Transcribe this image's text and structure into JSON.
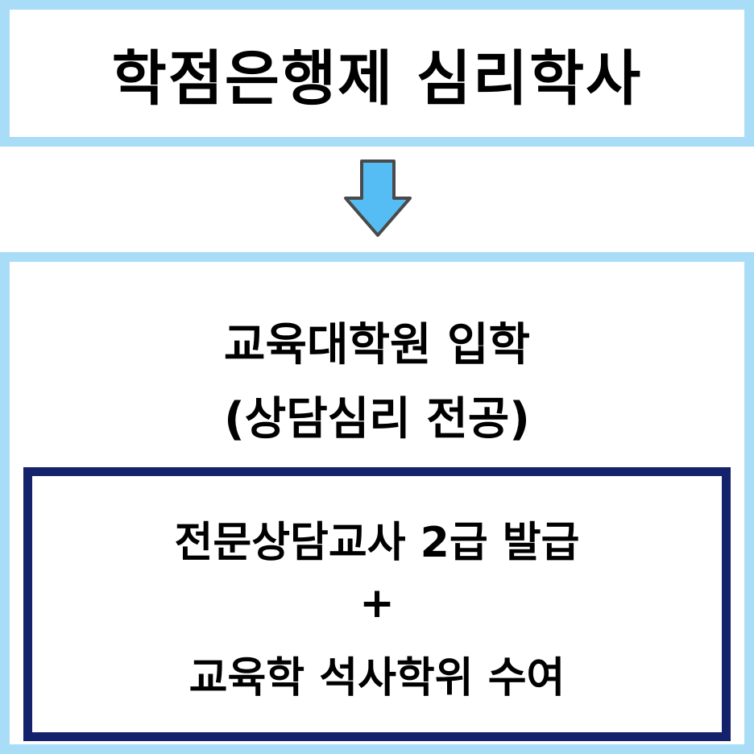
{
  "top": {
    "title": "학점은행제 심리학사"
  },
  "bottom": {
    "line1": "교육대학원 입학",
    "line2": "(상담심리 전공)"
  },
  "inner": {
    "line1": "전문상담교사 2급 발급",
    "line2": "+",
    "line3": "교육학 석사학위 수여"
  },
  "colors": {
    "frame": "#a9dcf6",
    "inner_border": "#14226b",
    "arrow_fill": "#55bdf4",
    "arrow_stroke": "#4a4a4a"
  },
  "icons": {
    "arrow": "down-arrow-icon"
  }
}
